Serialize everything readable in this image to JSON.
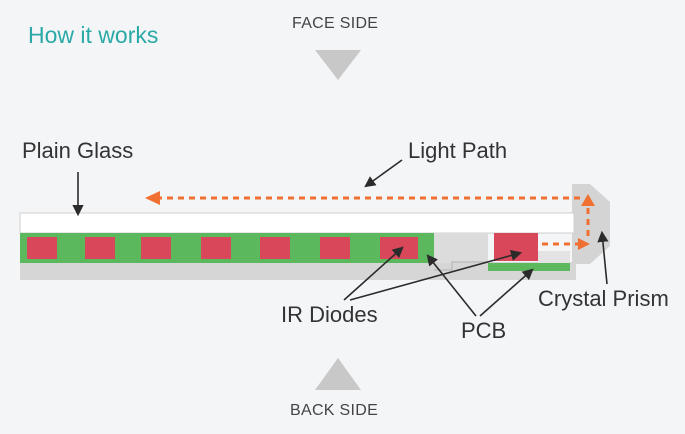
{
  "title": "How it works",
  "face_side": "FACE SIDE",
  "back_side": "BACK SIDE",
  "labels": {
    "plain_glass": "Plain Glass",
    "light_path": "Light Path",
    "ir_diodes": "IR Diodes",
    "pcb": "PCB",
    "crystal_prism": "Crystal Prism"
  },
  "colors": {
    "title": "#2aa9a6",
    "pcb": "#5cb85c",
    "diode": "#d9475a",
    "light_path": "#ef7030",
    "triangle": "#c9c9c9",
    "frame": "#d8d8d8"
  }
}
